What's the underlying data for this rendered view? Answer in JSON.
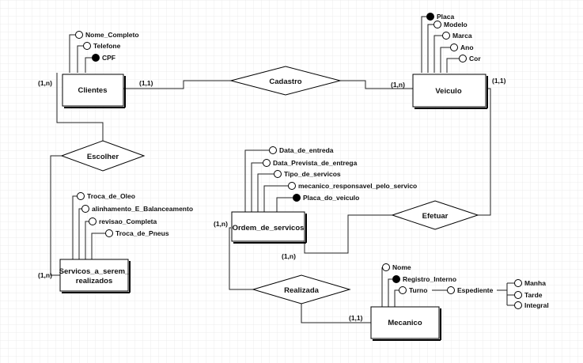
{
  "entities": {
    "clientes": "Clientes",
    "veiculo": "Veiculo",
    "ordem": "Ordem_de_servicos",
    "servicos_line1": "Servicos_a_serem_",
    "servicos_line2": "realizados",
    "mecanico": "Mecanico"
  },
  "relationships": {
    "cadastro": "Cadastro",
    "escolher": "Escolher",
    "efetuar": "Efetuar",
    "realizada": "Realizada"
  },
  "attributes": {
    "clientes": [
      "Nome_Completo",
      "Telefone",
      "CPF"
    ],
    "veiculo": [
      "Placa",
      "Modelo",
      "Marca",
      "Ano",
      "Cor"
    ],
    "ordem": [
      "Data_de_entreda",
      "Data_Prevista_de_entrega",
      "Tipo_de_servicos",
      "mecanico_responsavel_pelo_servico",
      "Placa_do_veiculo"
    ],
    "servicos": [
      "Troca_de_Oleo",
      "alinhamento_E_Balanceamento",
      "revisao_Completa",
      "Troca_de_Pneus"
    ],
    "mecanico": [
      "Nome",
      "Registro_Interno",
      "Turno"
    ],
    "expediente": "Espediente",
    "expediente_options": [
      "Manha",
      "Tarde",
      "Integral"
    ]
  },
  "keys": [
    "CPF",
    "Placa",
    "Placa_do_veiculo",
    "Registro_Interno"
  ],
  "cardinalities": {
    "clientes_left": "(1,n)",
    "clientes_right": "(1,1)",
    "veiculo_left": "(1,n)",
    "veiculo_right": "(1,1)",
    "ordem_left": "(1,n)",
    "ordem_bottom": "(1,n)",
    "servicos_left": "(1,n)",
    "mecanico_left": "(1,1)"
  }
}
